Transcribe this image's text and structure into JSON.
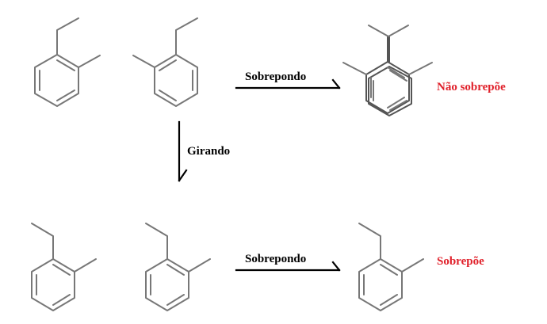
{
  "labels": {
    "superpose_top": "Sobrepondo",
    "rotate": "Girando",
    "superpose_bottom": "Sobrepondo",
    "result_top": "Não sobrepõe",
    "result_bottom": "Sobrepõe"
  },
  "colors": {
    "result_text": "#e0202a",
    "bond": "#777777",
    "arrow": "#000000"
  }
}
